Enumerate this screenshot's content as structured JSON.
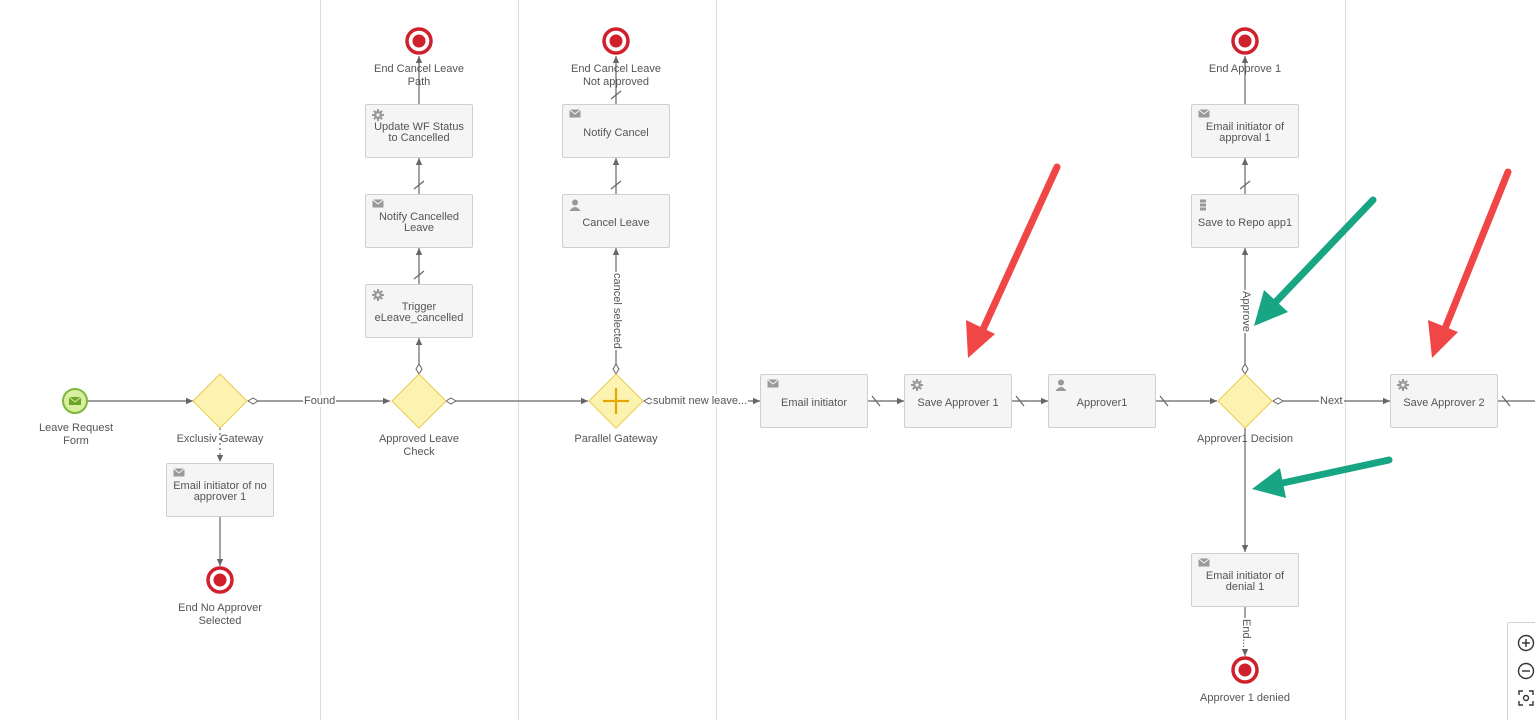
{
  "nodes": {
    "start": {
      "label": "Leave Request\nForm"
    },
    "exclusive_gateway": {
      "label": "Exclusiv Gateway"
    },
    "email_no_approver": {
      "label": "Email initiator of no\napprover 1",
      "icon": "envelope-icon"
    },
    "end_no_approver": {
      "label": "End No Approver\nSelected"
    },
    "approved_leave_check": {
      "label": "Approved Leave\nCheck"
    },
    "trigger_cancelled": {
      "label": "Trigger\neLeave_cancelled",
      "icon": "gear-icon"
    },
    "notify_cancelled_leave": {
      "label": "Notify Cancelled\nLeave",
      "icon": "envelope-icon"
    },
    "update_wf_status": {
      "label": "Update WF Status\nto Cancelled",
      "icon": "gear-icon"
    },
    "end_cancel_path": {
      "label": "End Cancel Leave\nPath"
    },
    "parallel_gateway": {
      "label": "Parallel Gateway"
    },
    "cancel_leave": {
      "label": "Cancel Leave",
      "icon": "user-icon"
    },
    "notify_cancel": {
      "label": "Notify Cancel",
      "icon": "envelope-icon"
    },
    "end_cancel_not_approved": {
      "label": "End Cancel Leave\nNot approved"
    },
    "email_initiator": {
      "label": "Email initiator",
      "icon": "envelope-icon"
    },
    "save_approver_1": {
      "label": "Save Approver 1",
      "icon": "gear-icon"
    },
    "approver1": {
      "label": "Approver1",
      "icon": "user-icon"
    },
    "approver1_decision": {
      "label": "Approver1 Decision"
    },
    "save_repo_app1": {
      "label": "Save to Repo app1",
      "icon": "database-icon"
    },
    "email_approval_1": {
      "label": "Email initiator of\napproval 1",
      "icon": "envelope-icon"
    },
    "end_approve_1": {
      "label": "End Approve 1"
    },
    "email_denial_1": {
      "label": "Email initiator of\ndenial 1",
      "icon": "envelope-icon"
    },
    "approver1_denied": {
      "label": "Approver 1 denied"
    },
    "save_approver_2": {
      "label": "Save Approver 2",
      "icon": "gear-icon"
    }
  },
  "flow_labels": {
    "found": "Found",
    "submit_new_leave": "submit new leave...",
    "cancel_selected": "cancel selected",
    "approve": "Approve",
    "next": "Next",
    "end": "End..."
  },
  "colors": {
    "annotation_red": "#f04646",
    "annotation_green": "#17a584",
    "gateway_fill": "#fdf3b0",
    "gateway_stroke": "#e8cc4f",
    "end_event": "#d0202c",
    "start_event": "#8cc63f"
  },
  "zoom_controls": [
    "zoom-in-icon",
    "zoom-out-icon",
    "fit-to-screen-icon"
  ]
}
